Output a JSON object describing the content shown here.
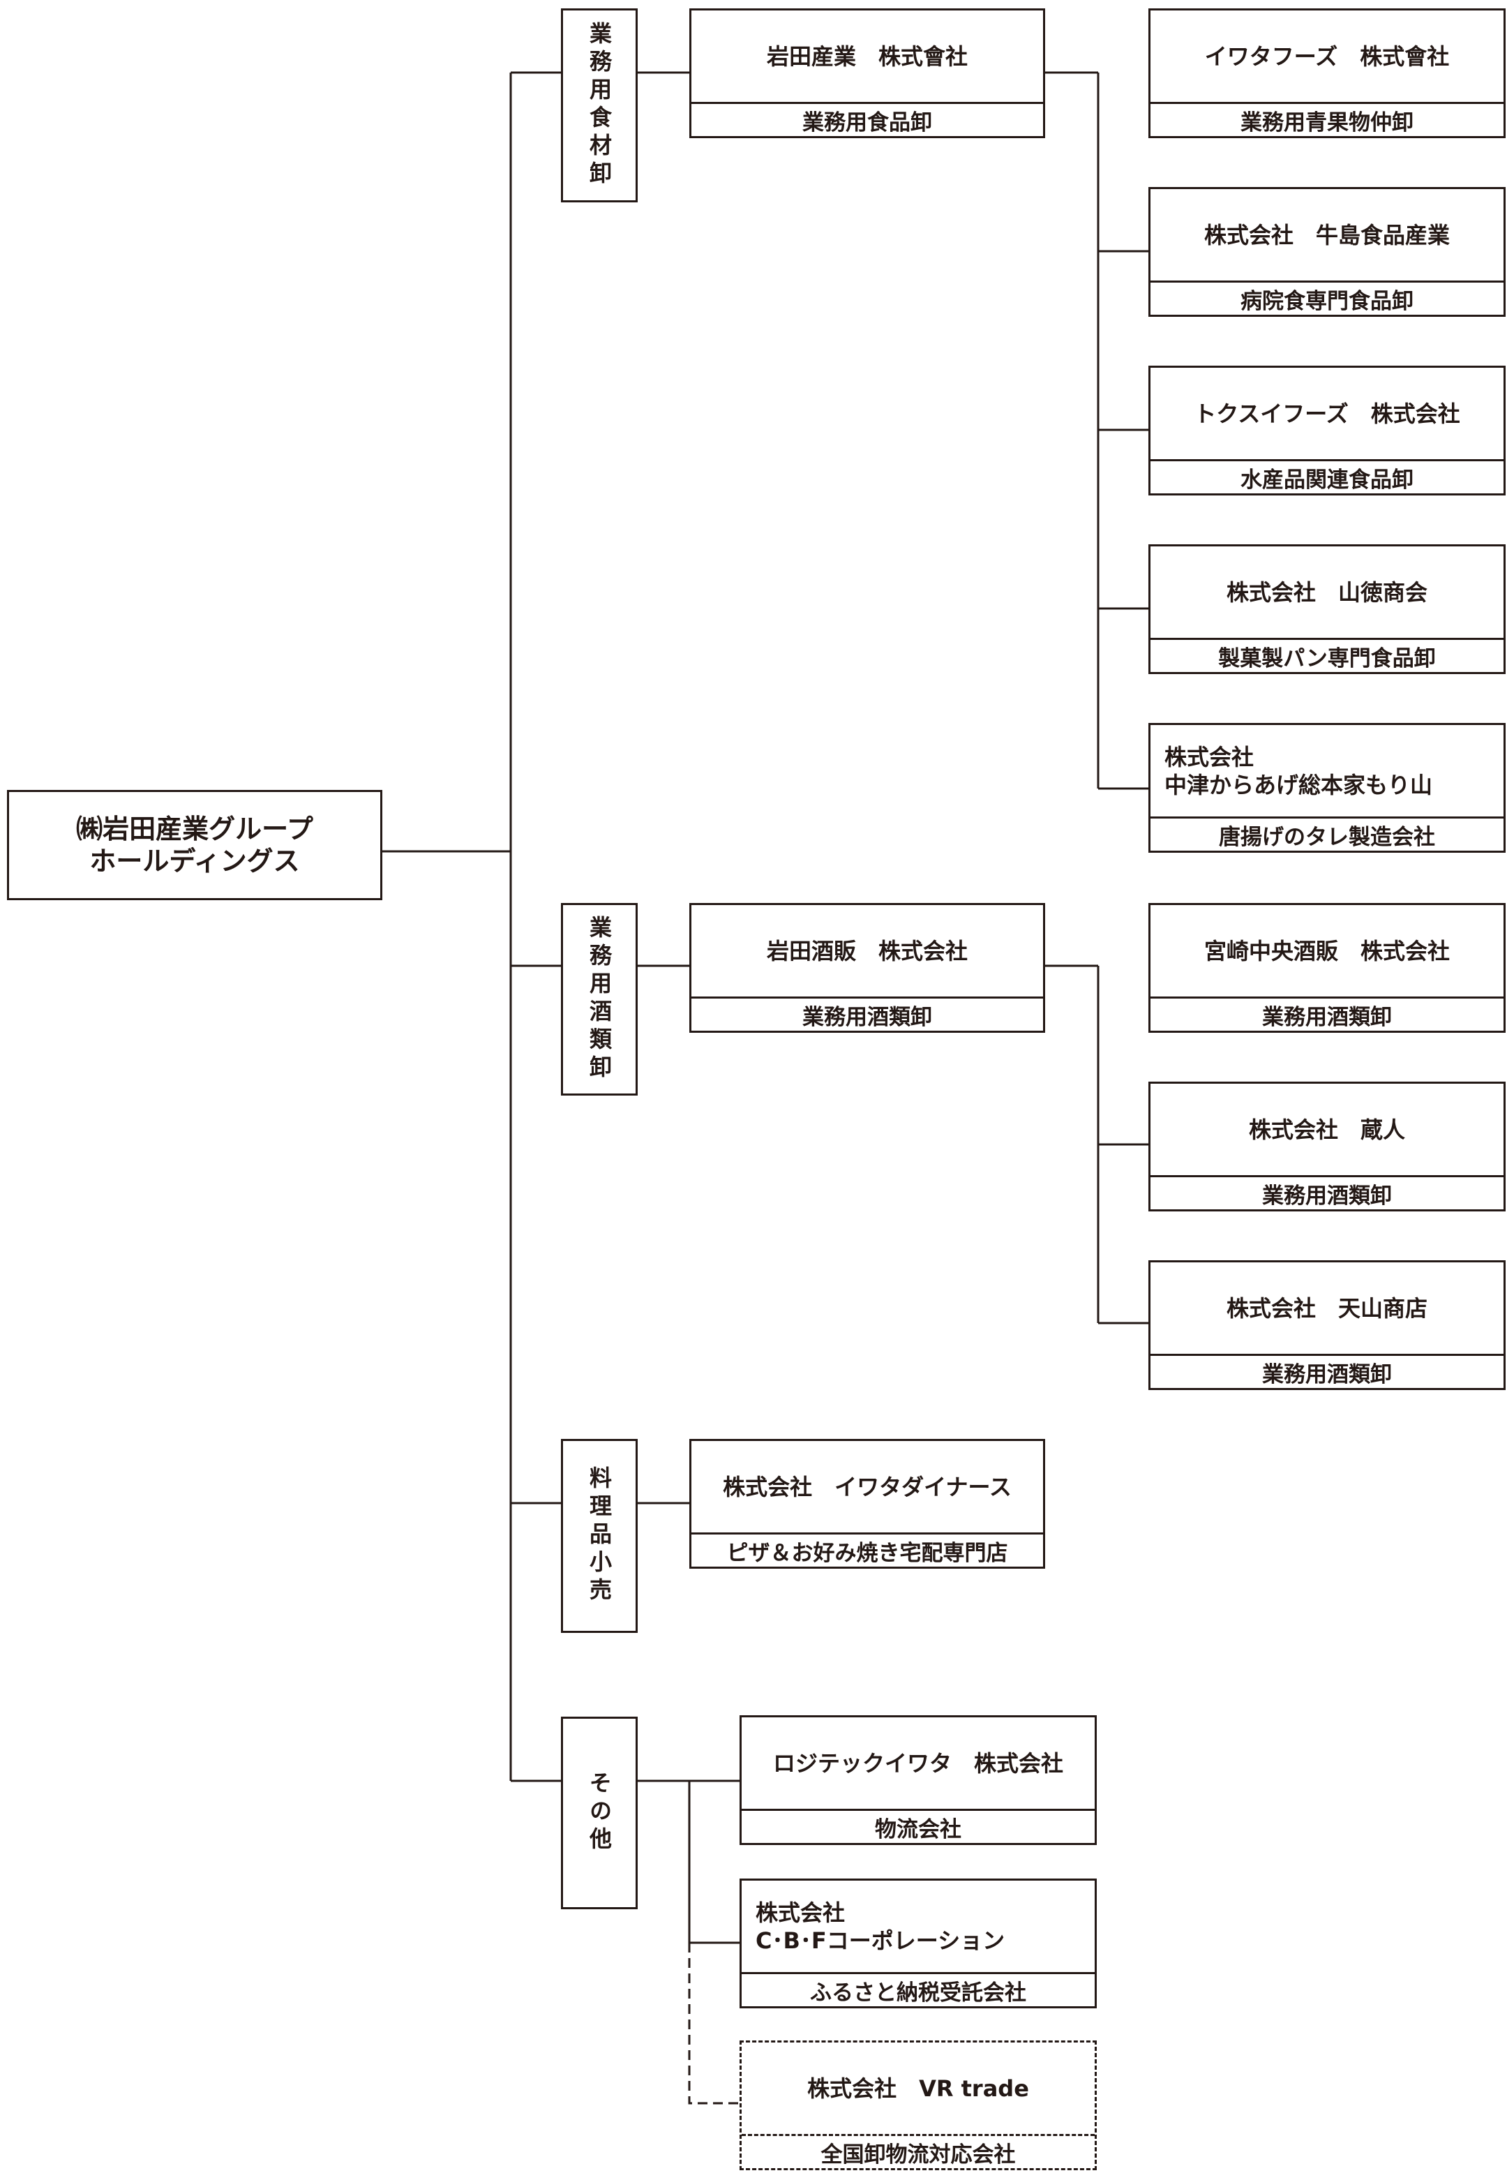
{
  "root": {
    "name_line1": "㈱岩田産業グループ",
    "name_line2": "ホールディングス"
  },
  "categories": [
    {
      "label": "業務用食材卸"
    },
    {
      "label": "業務用酒類卸"
    },
    {
      "label": "料理品小売"
    },
    {
      "label": "その他"
    }
  ],
  "companies": [
    {
      "name": "岩田産業　株式會社",
      "desc": "業務用食品卸"
    },
    {
      "name": "イワタフーズ　株式會社",
      "desc": "業務用青果物仲卸"
    },
    {
      "name": "株式会社　牛島食品産業",
      "desc": "病院食専門食品卸"
    },
    {
      "name": "トクスイフーズ　株式会社",
      "desc": "水産品関連食品卸"
    },
    {
      "name": "株式会社　山徳商会",
      "desc": "製菓製パン専門食品卸"
    },
    {
      "name": "株式会社\n中津からあげ総本家もり山",
      "desc": "唐揚げのタレ製造会社"
    },
    {
      "name": "岩田酒販　株式会社",
      "desc": "業務用酒類卸"
    },
    {
      "name": "宮崎中央酒販　株式会社",
      "desc": "業務用酒類卸"
    },
    {
      "name": "株式会社　蔵人",
      "desc": "業務用酒類卸"
    },
    {
      "name": "株式会社　天山商店",
      "desc": "業務用酒類卸"
    },
    {
      "name": "株式会社　イワタダイナース",
      "desc": "ピザ＆お好み焼き宅配専門店"
    },
    {
      "name": "ロジテックイワタ　株式会社",
      "desc": "物流会社"
    },
    {
      "name": "株式会社\nC･B･Fコーポレーション",
      "desc": "ふるさと納税受託会社"
    },
    {
      "name": "株式会社　VR trade",
      "desc": "全国卸物流対応会社"
    }
  ]
}
